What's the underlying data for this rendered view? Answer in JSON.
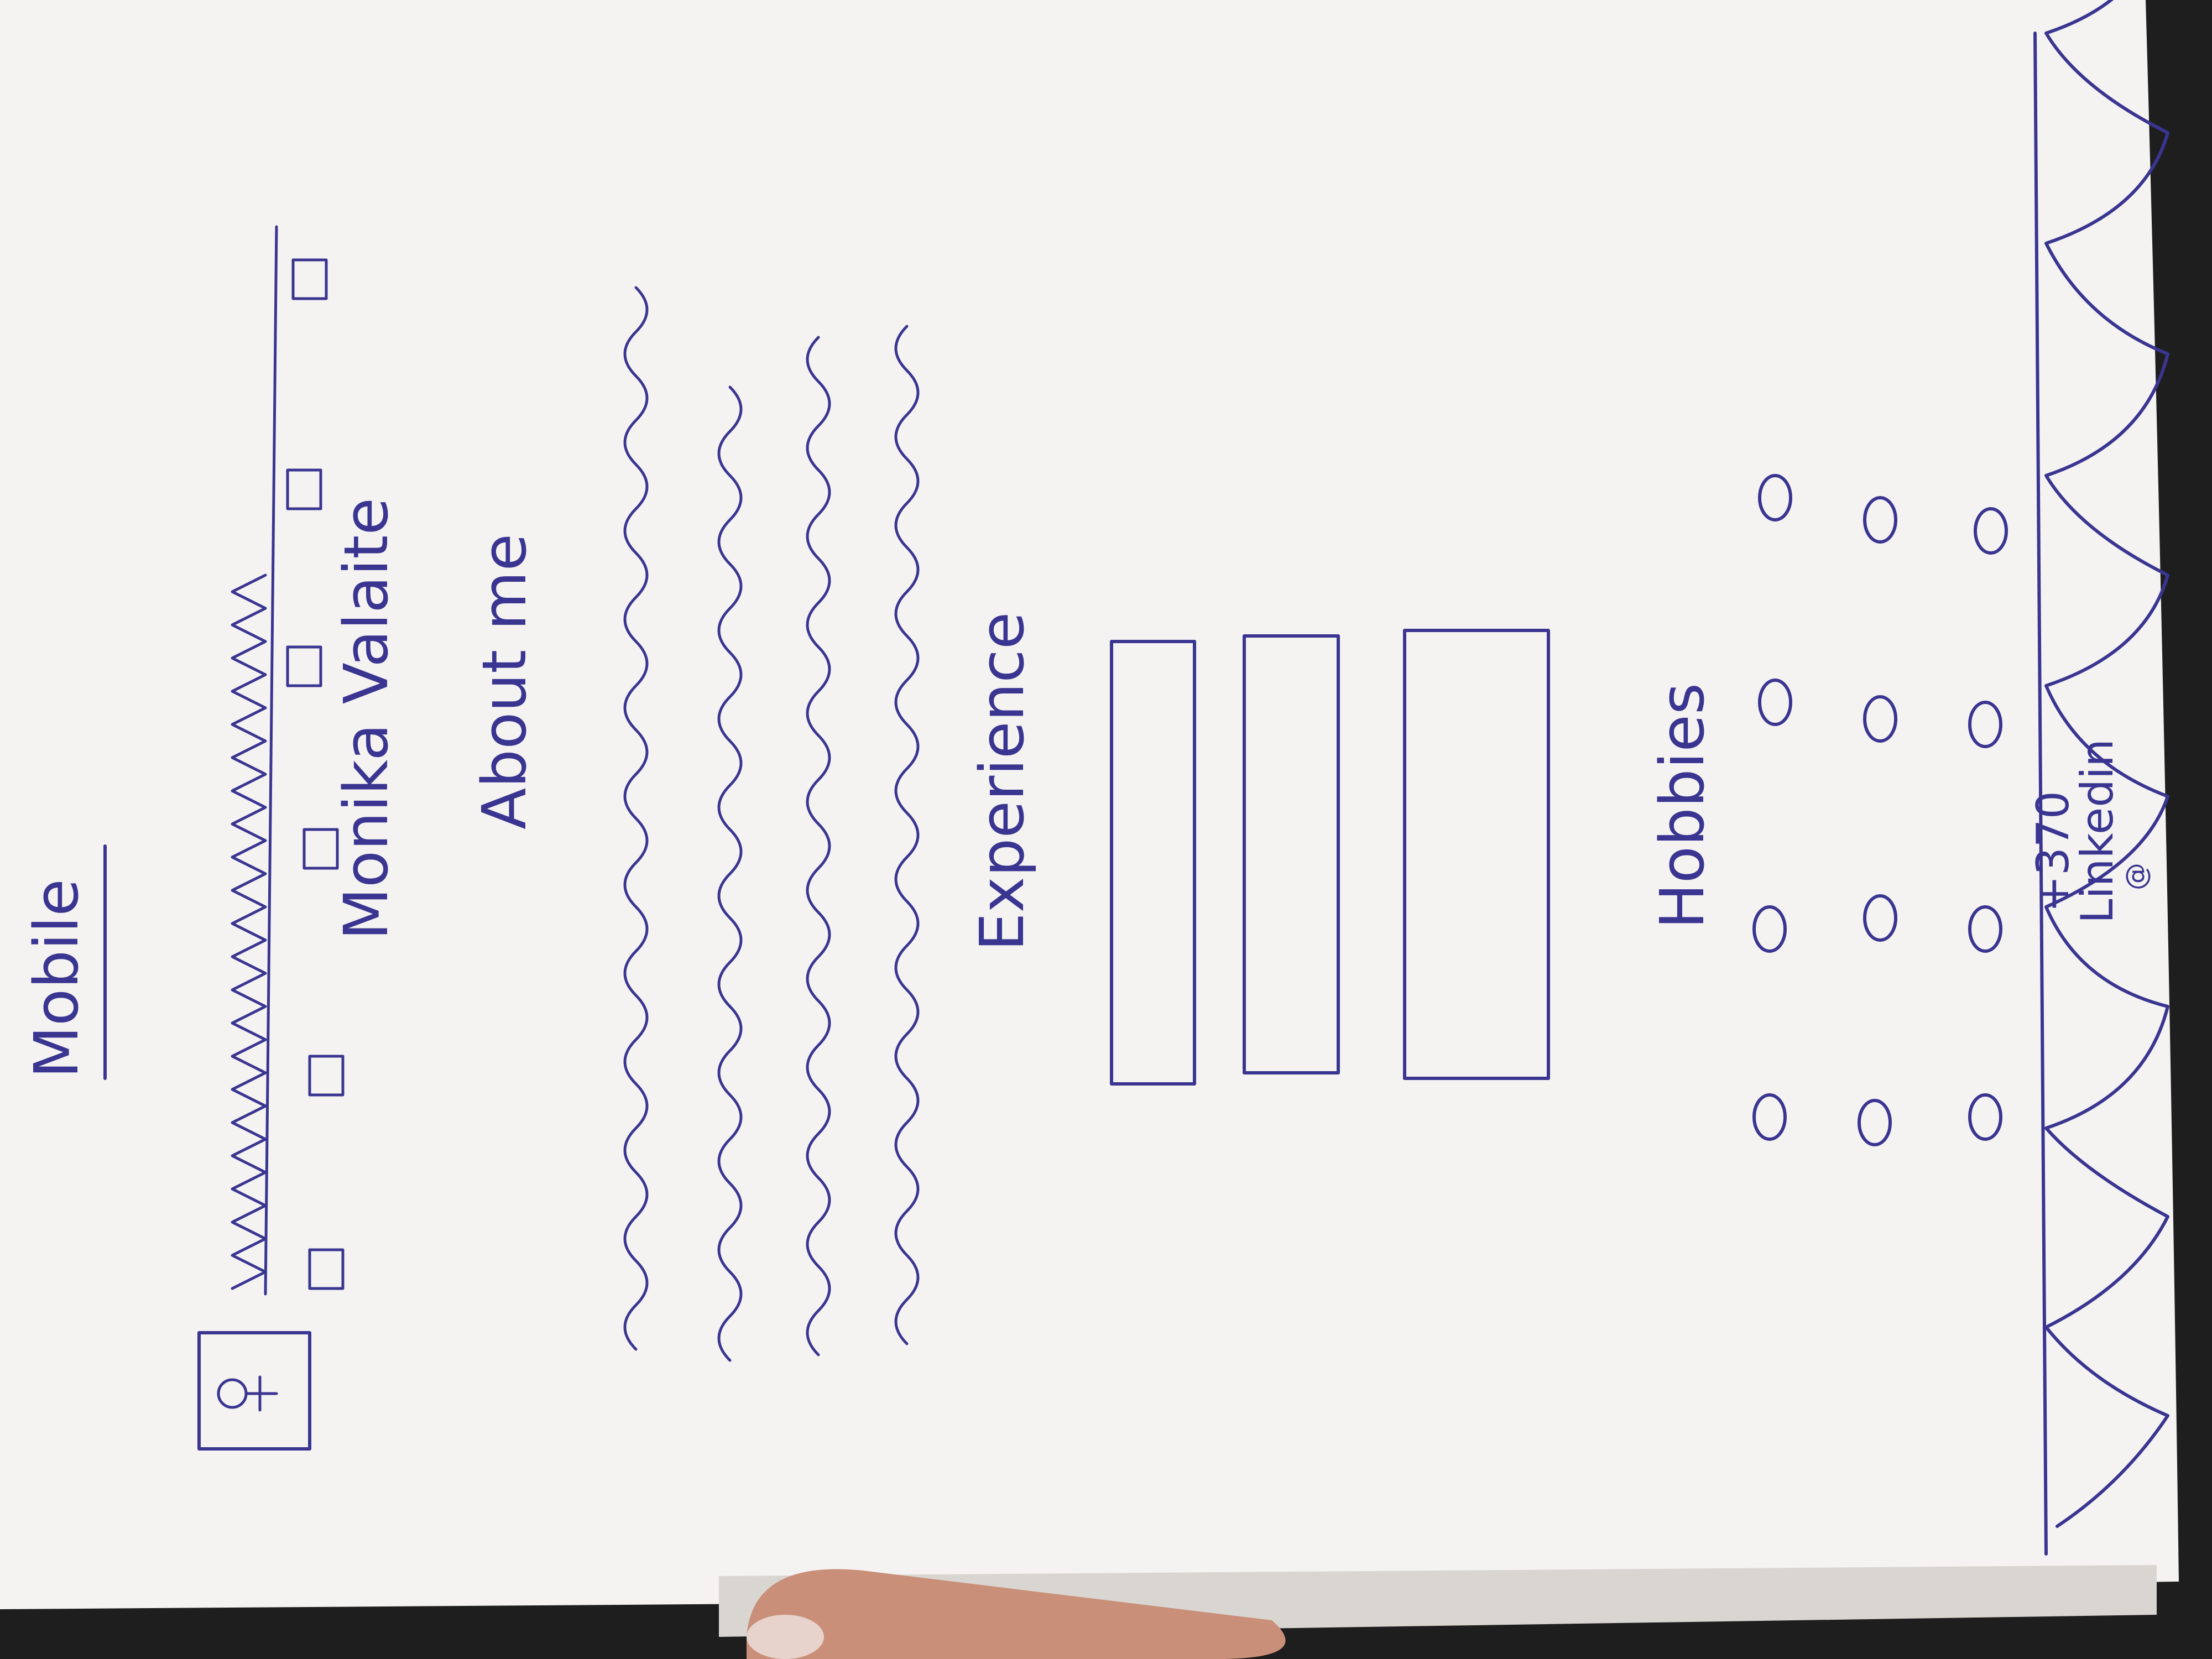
{
  "sketch": {
    "heading": "Mobile",
    "name": "Monika Valaite",
    "about_title": "About me",
    "experience_title": "Experience",
    "hobbies_title": "Hobbies",
    "footer_phone": "+370",
    "footer_email": "@",
    "footer_linkedin": "Linkedin",
    "hobby_counts": {
      "columns": 3,
      "rows": 4
    }
  },
  "colors": {
    "ink": "#3a3590",
    "paper": "#f4f3f2",
    "background": "#1f1f1f",
    "skin": "#c98f78"
  },
  "icons": [
    "profile-photo-icon",
    "image-placeholder-icon",
    "hobby-circle-icon"
  ]
}
